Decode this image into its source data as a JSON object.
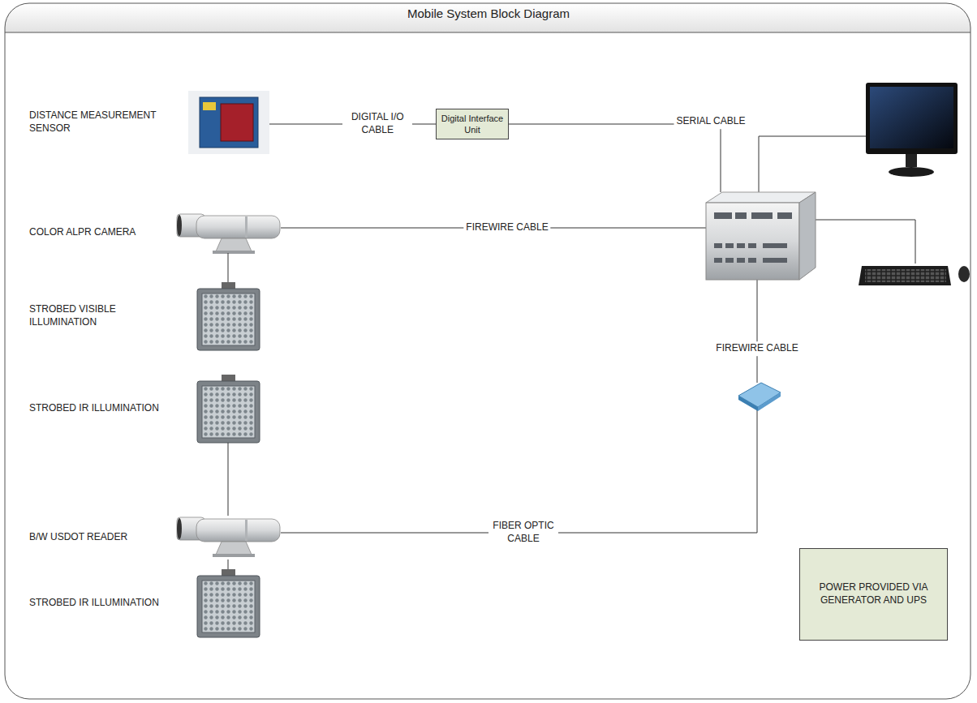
{
  "diagram": {
    "title": "Mobile System Block Diagram",
    "nodes": [
      {
        "text": [
          "DISTANCE MEASUREMENT SENSOR"
        ]
      },
      {
        "text": [
          "COLOR ALPR CAMERA"
        ]
      },
      {
        "text": [
          "STROBED VISIBLE ILLUMINATION"
        ]
      },
      {
        "text": [
          "STROBED IR ILLUMINATION"
        ]
      },
      {
        "text": [
          "B/W USDOT READER"
        ]
      },
      {
        "text": [
          "STROBED IR ILLUMINATION"
        ]
      },
      {
        "text": [
          "Digital Interface Unit"
        ]
      },
      {
        "text": [
          "POWER PROVIDED VIA GENERATOR AND UPS"
        ]
      }
    ],
    "edges": [
      {
        "from": 0,
        "to": 6,
        "label": "DIGITAL I/O CABLE",
        "arrow": "none"
      },
      {
        "from": 1,
        "to": 2,
        "arrow": "none"
      },
      {
        "from": 3,
        "to": 4,
        "arrow": "none"
      },
      {
        "from": 4,
        "to": 5,
        "arrow": "none"
      }
    ],
    "labels": [
      "SERIAL CABLE",
      "FIREWIRE CABLE",
      "FIREWIRE CABLE",
      "FIBER OPTIC CABLE"
    ]
  }
}
